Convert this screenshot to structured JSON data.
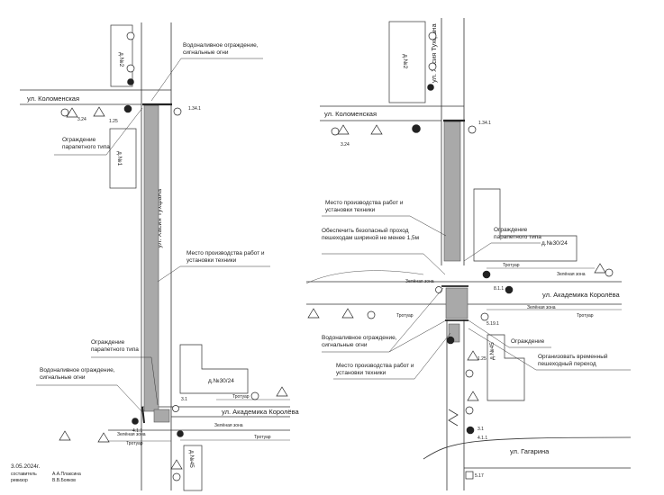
{
  "left": {
    "streets": {
      "kolomenskaya": "ул. Коломенская",
      "hasiya": "ул. Хасия Тухфана",
      "korolev": "ул. Академика Королёва"
    },
    "buildings": {
      "d2": "д.№2",
      "d1": "д.№1",
      "d30": "д.№30/24",
      "d45": "д.№45"
    },
    "callouts": {
      "water_top": "Водоналивное ограждение, сигнальные огни",
      "parapet_top": "Ограждение парапетного типа",
      "work_place": "Место производства работ и установки техники",
      "parapet_bottom": "Ограждение парапетного типа",
      "water_bottom": "Водоналивное ограждение, сигнальные огни"
    },
    "small": {
      "sidewalk": "Тротуар",
      "green": "Зелёная зона",
      "sign_3_1": "3.1",
      "sign_1_25": "1.25",
      "sign_3_24": "3.24",
      "sign_4_1_1": "4.1.1",
      "sign_1_34_1": "1.34.1"
    },
    "footer": {
      "date": "3.05.2024г.",
      "role1": "составитель",
      "name1": "А.А.Плаксина",
      "role2": "ревизор",
      "name2": "В.В.Бояков"
    }
  },
  "right": {
    "streets": {
      "kolomenskaya": "ул. Коломенская",
      "hasiya": "ул. Хасия Тухфана",
      "korolev": "ул. Академика Королёва",
      "gagarin": "ул. Гагарина"
    },
    "buildings": {
      "d2": "д.№2",
      "d30": "д.№30/24",
      "d45": "д.№45"
    },
    "callouts": {
      "work_place_top": "Место производства работ и установки техники",
      "safe_pass": "Обеспечить безопасный проход пешеходам шириной не менее 1,5м",
      "parapet": "Ограждение парапетного типа",
      "water": "Водоналивное ограждение, сигнальные огни",
      "fence": "Ограждение",
      "work_place_bottom": "Место производства работ и установки техники",
      "temp_crossing": "Организовать временный пешеходный переход"
    },
    "small": {
      "sidewalk": "Тротуар",
      "green": "Зелёная зона",
      "sign_1_25": "1.25",
      "sign_3_24": "3.24",
      "sign_4_1_1": "4.1.1",
      "sign_3_1": "3.1",
      "sign_5_19": "5.19.1",
      "sign_8_1_1": "8.1.1",
      "sign_1_34_1": "1.34.1",
      "sign_5_17": "5.17"
    }
  }
}
